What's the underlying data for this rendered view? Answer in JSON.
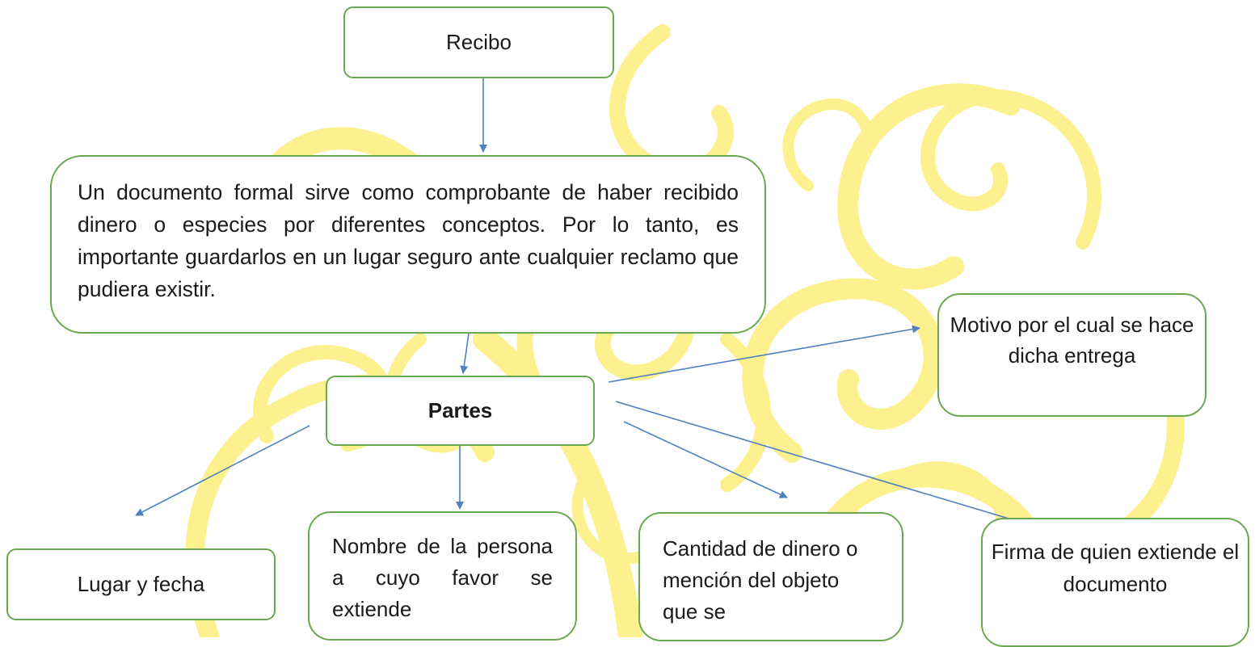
{
  "diagram": {
    "root": "Recibo",
    "definition": " Un documento formal sirve como comprobante de haber recibido dinero o especies por diferentes conceptos. Por lo tanto, es importante guardarlos en un lugar seguro ante cualquier reclamo que pudiera existir.",
    "parts_title": "Partes",
    "parts": {
      "lugar": "Lugar y fecha",
      "nombre": "Nombre de la persona a cuyo favor se extiende",
      "cantidad": "Cantidad de dinero o mención del objeto que se",
      "firma": "Firma de quien extiende el documento",
      "motivo": "Motivo por el cual se hace dicha entrega"
    }
  },
  "colors": {
    "node_border": "#6aa84f",
    "arrow": "#4f81bd",
    "background_swirl": "#fef28c"
  }
}
